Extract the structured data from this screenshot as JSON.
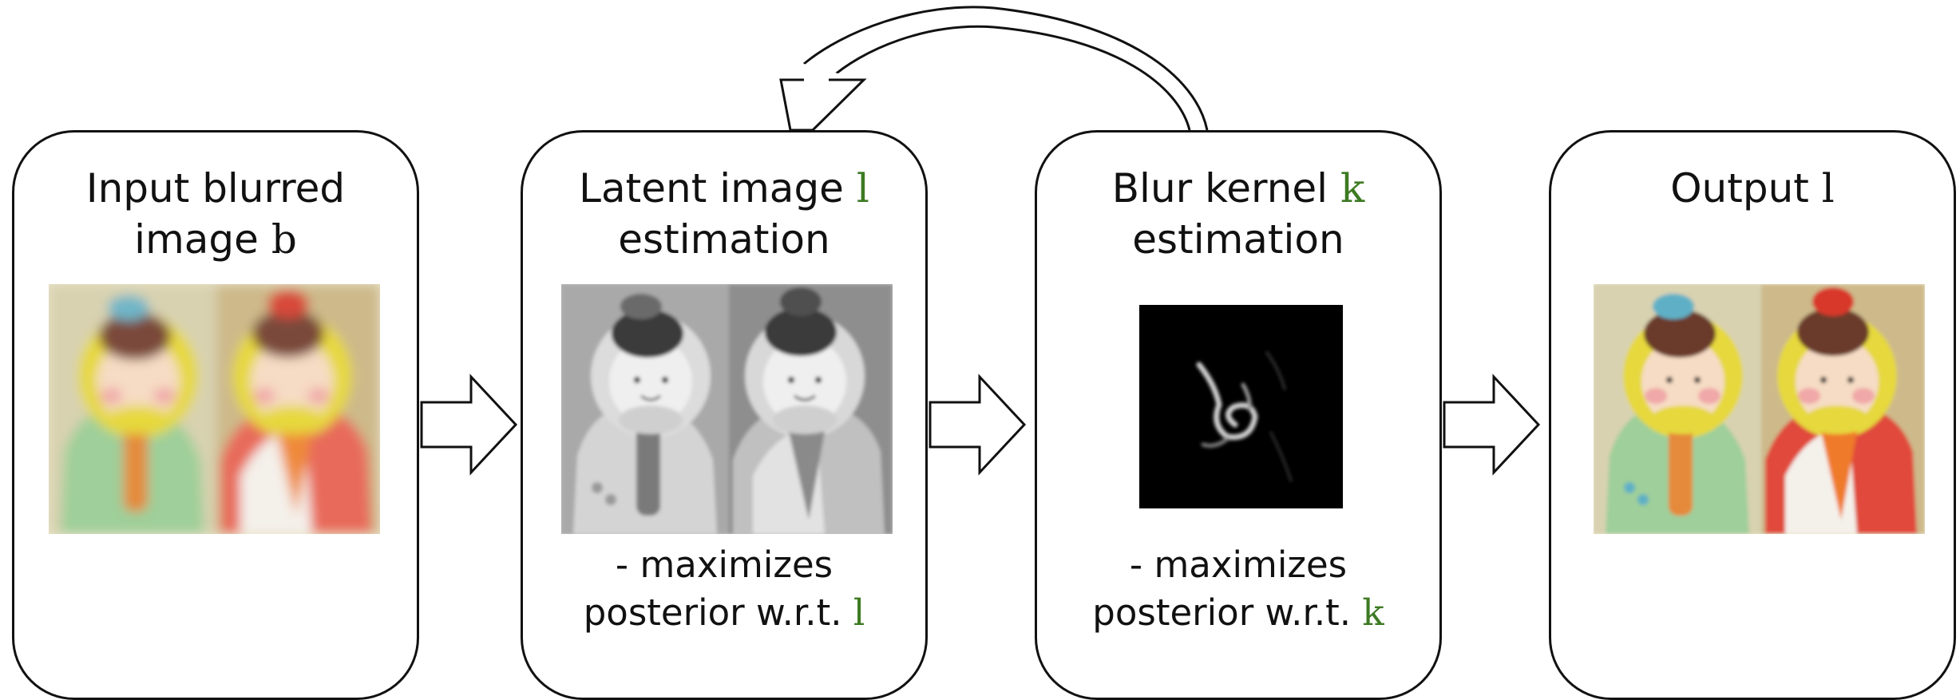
{
  "panels": [
    {
      "title_line1": "Input blurred",
      "title_line2_text": "image ",
      "title_var": "b",
      "sub_line1": "",
      "sub_line2_text": "",
      "sub_var": ""
    },
    {
      "title_line1_text": "Latent image ",
      "title_var": "l",
      "title_line2": "estimation",
      "sub_line1": "- maximizes",
      "sub_line2_text": "posterior w.r.t. ",
      "sub_var": "l"
    },
    {
      "title_line1_text": "Blur kernel ",
      "title_var": "k",
      "title_line2": "estimation",
      "sub_line1": "- maximizes",
      "sub_line2_text": "posterior w.r.t. ",
      "sub_var": "k"
    },
    {
      "title_line1_text": "Output ",
      "title_var": "l"
    }
  ],
  "colors": {
    "variable_highlight": "#3d7a22",
    "stroke": "#111111"
  },
  "icons": [
    "right-arrow-icon",
    "feedback-loop-arrow-icon"
  ]
}
